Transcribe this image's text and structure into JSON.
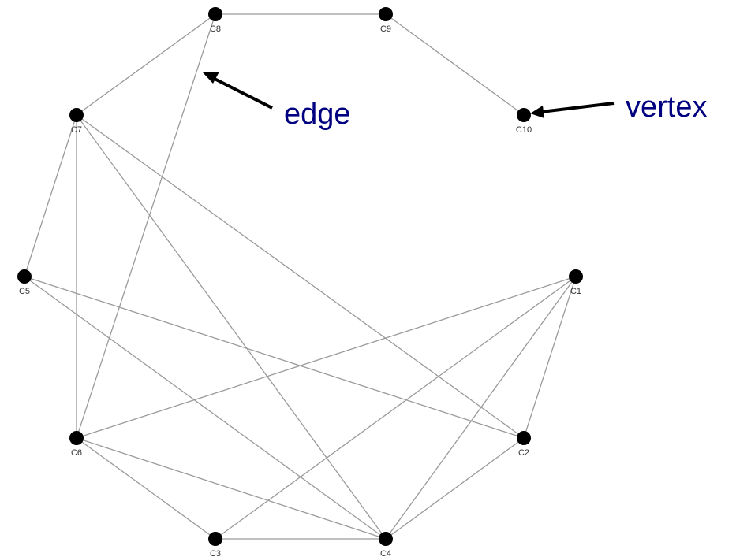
{
  "graph": {
    "vertices": [
      {
        "id": "C1",
        "label": "C1"
      },
      {
        "id": "C2",
        "label": "C2"
      },
      {
        "id": "C3",
        "label": "C3"
      },
      {
        "id": "C4",
        "label": "C4"
      },
      {
        "id": "C5",
        "label": "C5"
      },
      {
        "id": "C6",
        "label": "C6"
      },
      {
        "id": "C7",
        "label": "C7"
      },
      {
        "id": "C8",
        "label": "C8"
      },
      {
        "id": "C9",
        "label": "C9"
      },
      {
        "id": "C10",
        "label": "C10"
      }
    ],
    "edges": [
      [
        "C8",
        "C9"
      ],
      [
        "C9",
        "C10"
      ],
      [
        "C8",
        "C7"
      ],
      [
        "C8",
        "C6"
      ],
      [
        "C7",
        "C5"
      ],
      [
        "C7",
        "C6"
      ],
      [
        "C7",
        "C4"
      ],
      [
        "C7",
        "C2"
      ],
      [
        "C5",
        "C2"
      ],
      [
        "C5",
        "C4"
      ],
      [
        "C1",
        "C6"
      ],
      [
        "C1",
        "C3"
      ],
      [
        "C1",
        "C4"
      ],
      [
        "C1",
        "C2"
      ],
      [
        "C6",
        "C3"
      ],
      [
        "C6",
        "C4"
      ],
      [
        "C3",
        "C4"
      ],
      [
        "C4",
        "C2"
      ]
    ]
  },
  "annotations": {
    "edge_label": "edge",
    "vertex_label": "vertex"
  },
  "colors": {
    "edge": "#9a9a9a",
    "vertex": "#000000",
    "annotation_text": "#000080"
  }
}
